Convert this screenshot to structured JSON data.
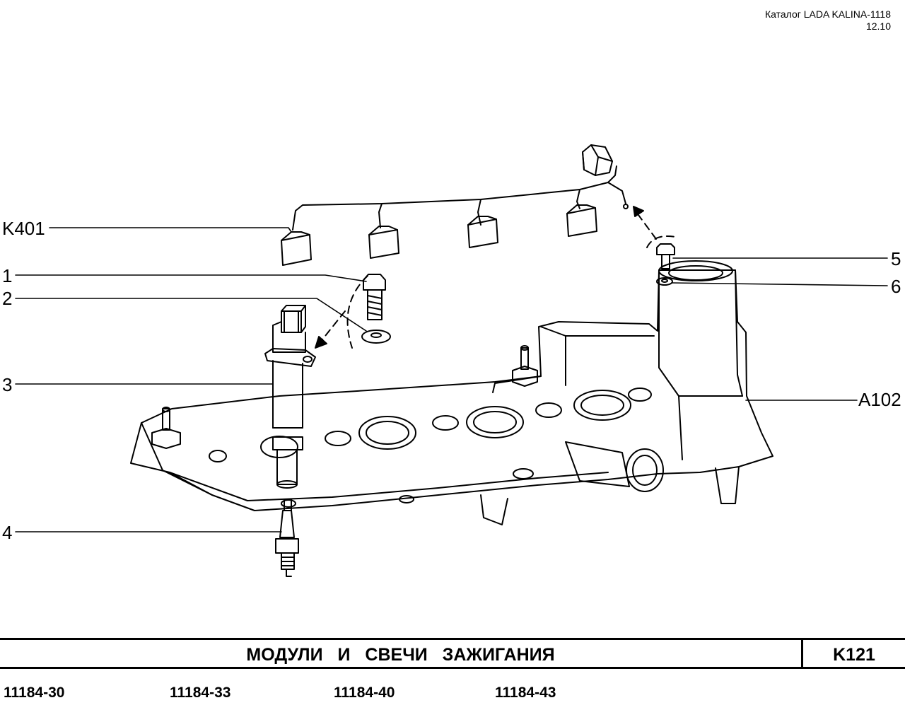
{
  "header": {
    "catalog": "Каталог LADA KALINA-1118",
    "date": "12.10"
  },
  "callouts": [
    {
      "id": "k401",
      "label": "K401"
    },
    {
      "id": "1",
      "label": "1"
    },
    {
      "id": "2",
      "label": "2"
    },
    {
      "id": "3",
      "label": "3"
    },
    {
      "id": "4",
      "label": "4"
    },
    {
      "id": "5",
      "label": "5"
    },
    {
      "id": "6",
      "label": "6"
    },
    {
      "id": "a102",
      "label": "A102"
    }
  ],
  "title": {
    "text": "МОДУЛИ И СВЕЧИ ЗАЖИГАНИЯ",
    "code": "K121"
  },
  "models": [
    "11184-30",
    "11184-33",
    "11184-40",
    "11184-43"
  ]
}
